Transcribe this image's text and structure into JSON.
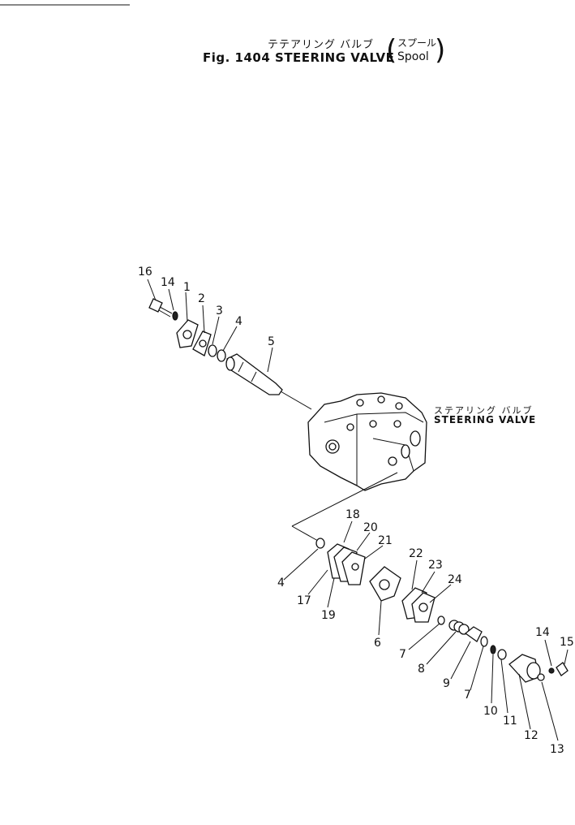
{
  "title": {
    "japanese": "テテアリング バルブ",
    "english": "Fig. 1404  STEERING  VALVE",
    "spool_japanese": "スプール",
    "spool_english": "Spool"
  },
  "assembly_label": {
    "japanese": "ステアリング バルブ",
    "english": "STEERING  VALVE"
  },
  "part_numbers": [
    "16",
    "14",
    "1",
    "2",
    "3",
    "4",
    "5",
    "18",
    "20",
    "21",
    "4",
    "17",
    "19",
    "22",
    "23",
    "24",
    "6",
    "7",
    "8",
    "9",
    "7",
    "10",
    "11",
    "12",
    "13",
    "14",
    "15"
  ]
}
